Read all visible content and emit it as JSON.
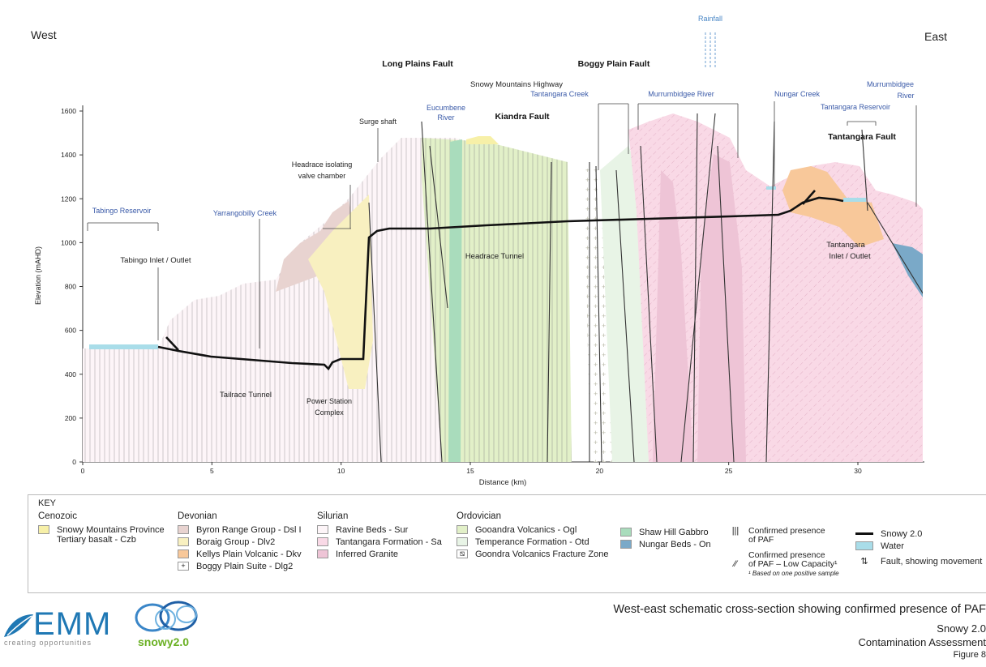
{
  "diagram": {
    "direction": {
      "west": "West",
      "east": "East"
    },
    "axes": {
      "ylabel": "Elevation (mAHD)",
      "xlabel": "Distance (km)",
      "y_ticks": [
        "0",
        "200",
        "400",
        "600",
        "800",
        "1000",
        "1200",
        "1400",
        "1600"
      ],
      "x_ticks": [
        "0",
        "5",
        "10",
        "15",
        "20",
        "25",
        "30"
      ]
    },
    "labels": {
      "rainfall": "Rainfall",
      "long_plains_fault": "Long Plains Fault",
      "boggy_plain_fault": "Boggy Plain Fault",
      "snowy_mountains_highway": "Snowy Mountains Highway",
      "tantangara_creek": "Tantangara Creek",
      "murrumbidgee_river_1": "Murrumbidgee River",
      "nungar_creek": "Nungar Creek",
      "murrumbidgee_river_2a": "Murrumbidgee",
      "murrumbidgee_river_2b": "River",
      "tantangara_reservoir": "Tantangara Reservoir",
      "tantangara_fault": "Tantangara Fault",
      "eucumbene_river_a": "Eucumbene",
      "eucumbene_river_b": "River",
      "kiandra_fault": "Kiandra Fault",
      "surge_shaft": "Surge shaft",
      "headrace_isolating_a": "Headrace isolating",
      "headrace_isolating_b": "valve chamber",
      "tabingo_reservoir": "Tabingo Reservoir",
      "yarrangobilly_creek": "Yarrangobilly Creek",
      "tabingo_inlet": "Tabingo Inlet / Outlet",
      "tailrace_tunnel": "Tailrace Tunnel",
      "power_station_a": "Power Station",
      "power_station_b": "Complex",
      "headrace_tunnel": "Headrace Tunnel",
      "tantangara_inlet_a": "Tantangara",
      "tantangara_inlet_b": "Inlet / Outlet"
    }
  },
  "key": {
    "title": "KEY",
    "groups": [
      {
        "heading": "Cenozoic",
        "items": [
          {
            "label": "Snowy Mountains Province",
            "label2": "Tertiary basalt - Czb",
            "color": "#f7f0a8"
          }
        ]
      },
      {
        "heading": "Devonian",
        "items": [
          {
            "label": "Byron Range Group - Dsl I",
            "color": "#e8d3d0"
          },
          {
            "label": "Boraig Group - Dlv2",
            "color": "#f8f0c0"
          },
          {
            "label": "Kellys Plain Volcanic - Dkv",
            "color": "#f8c89a"
          },
          {
            "label": "Boggy Plain Suite - Dlg2",
            "color": "#ffffff"
          }
        ]
      },
      {
        "heading": "Silurian",
        "items": [
          {
            "label": "Ravine Beds - Sur",
            "color": "#fdf5f8"
          },
          {
            "label": "Tantangara Formation - Sa",
            "color": "#f9d9e6"
          },
          {
            "label": "Inferred Granite",
            "color": "#eec4d6"
          }
        ]
      },
      {
        "heading": "Ordovician",
        "items": [
          {
            "label": "Gooandra Volcanics - Ogl",
            "color": "#e2f0c8"
          },
          {
            "label": "Temperance Formation - Otd",
            "color": "#e8f4e6"
          },
          {
            "label": "Goondra Volcanics Fracture Zone",
            "color": "#ffffff"
          }
        ]
      },
      {
        "heading": "",
        "items": [
          {
            "label": "Shaw Hill Gabbro",
            "color": "#a9dcbc"
          },
          {
            "label": "Nungar Beds - On",
            "color": "#7aa9c8"
          }
        ]
      }
    ],
    "paf": {
      "confirmed_a": "Confirmed presence",
      "confirmed_b": "of PAF",
      "low_a": "Confirmed presence",
      "low_b": "of PAF – Low Capacity¹",
      "footnote": "¹ Based on one positive sample"
    },
    "legend_misc": {
      "snowy": "Snowy 2.0",
      "water": "Water",
      "fault": "Fault, showing movement",
      "water_color": "#a9dde9"
    }
  },
  "caption": {
    "title": "West-east schematic cross-section showing confirmed presence of PAF",
    "project": "Snowy 2.0",
    "report": "Contamination Assessment",
    "figure": "Figure 8"
  },
  "logos": {
    "emm": "EMM",
    "emm_tagline": "creating opportunities",
    "snowy": "snowy2.0"
  }
}
